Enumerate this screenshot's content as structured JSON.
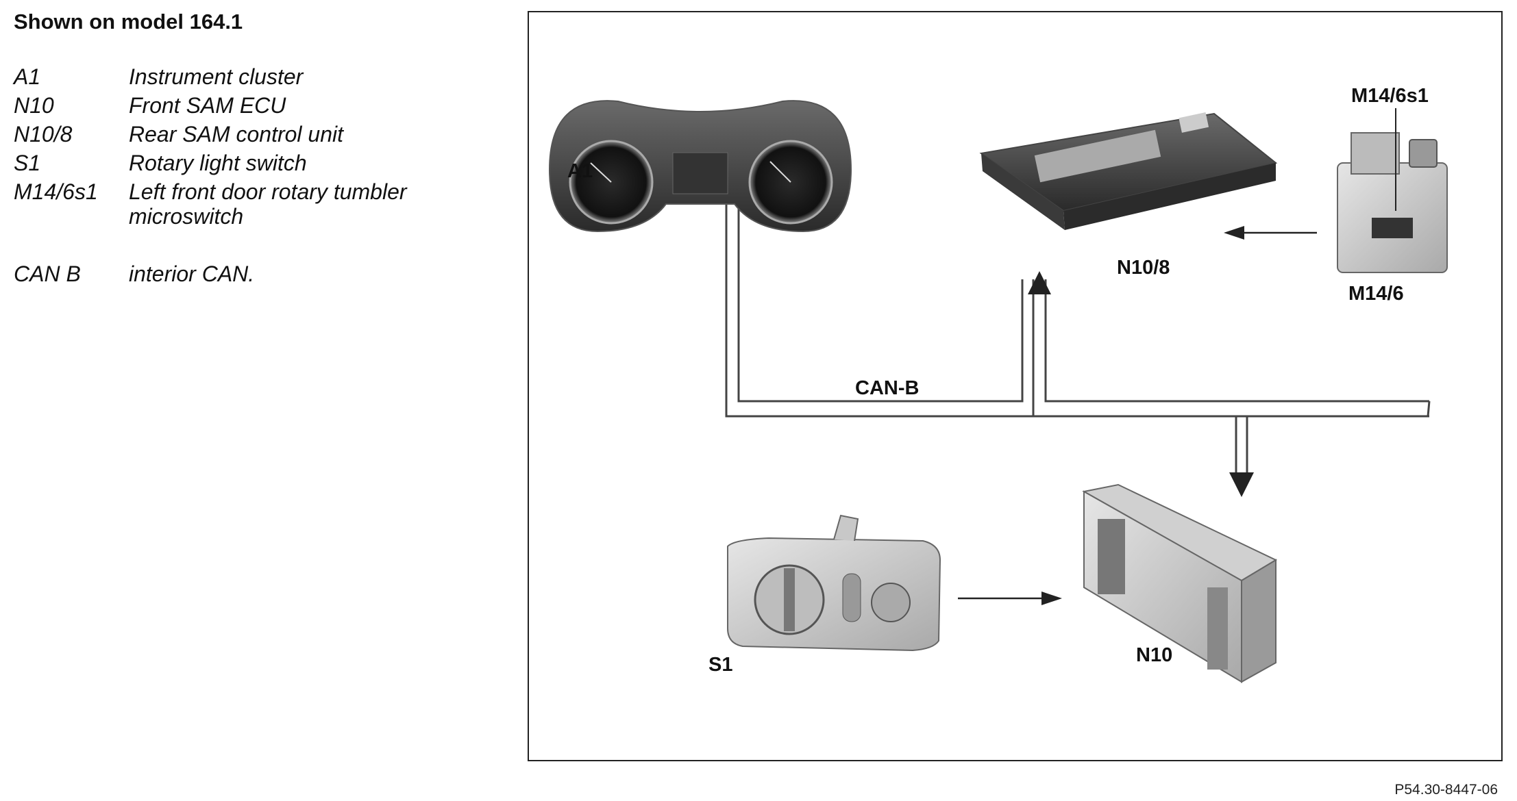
{
  "title": "Shown on model 164.1",
  "legend": [
    {
      "code": "A1",
      "desc": "Instrument cluster"
    },
    {
      "code": "N10",
      "desc": "Front SAM ECU"
    },
    {
      "code": "N10/8",
      "desc": "Rear SAM control unit"
    },
    {
      "code": "S1",
      "desc": "Rotary light switch"
    },
    {
      "code": "M14/6s1",
      "desc": "Left front door rotary tumbler microswitch"
    },
    {
      "code": "CAN B",
      "desc": "interior CAN."
    }
  ],
  "diagram": {
    "labels": {
      "a1": "A1",
      "n10_8": "N10/8",
      "m14_6s1": "M14/6s1",
      "m14_6": "M14/6",
      "can_b": "CAN-B",
      "s1": "S1",
      "n10": "N10"
    }
  },
  "footer": "P54.30-8447-06"
}
